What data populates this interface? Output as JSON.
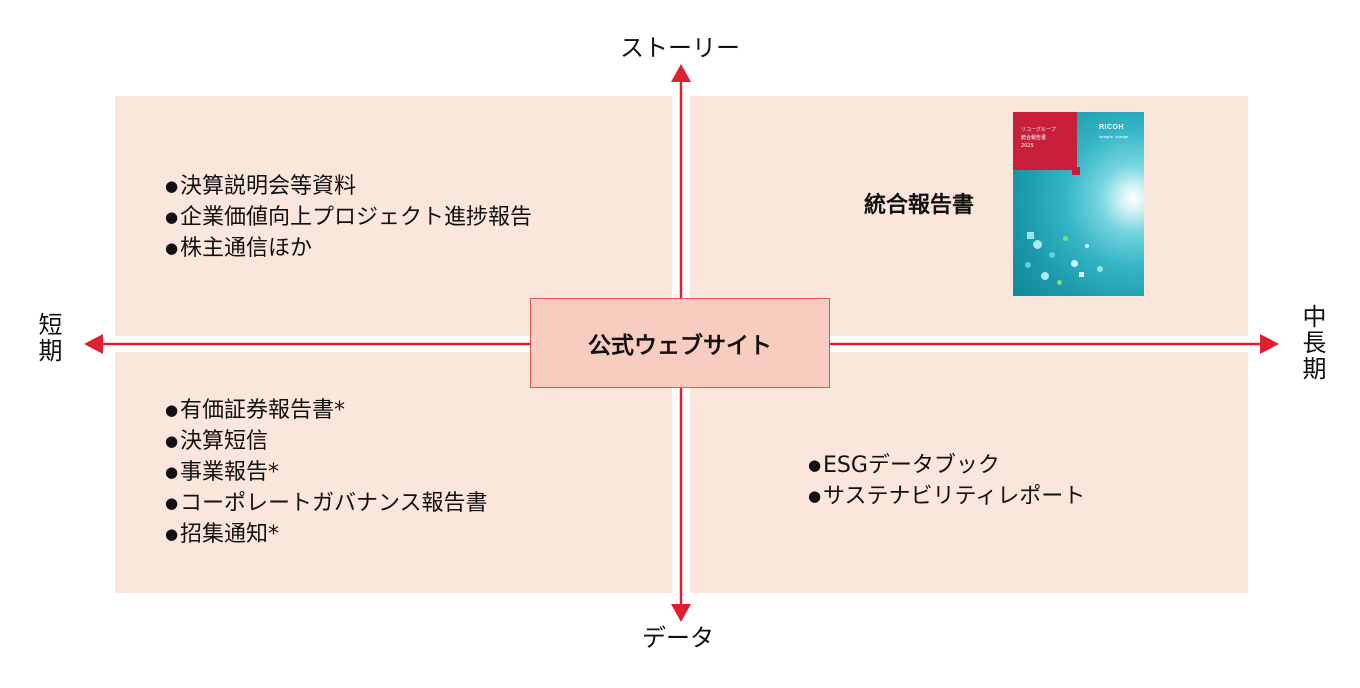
{
  "axes": {
    "top": "ストーリー",
    "bottom": "データ",
    "left": "短期",
    "right": "中長期"
  },
  "center": {
    "label": "公式ウェブサイト"
  },
  "quadrants": {
    "top_left": {
      "items": [
        "決算説明会等資料",
        "企業価値向上プロジェクト進捗報告",
        "株主通信ほか"
      ]
    },
    "top_right": {
      "label": "統合報告書",
      "cover": {
        "title": "リコーグループ\n統合報告書\n2025",
        "logo": "RICOH",
        "tagline": "imagine. change."
      }
    },
    "bottom_left": {
      "items": [
        "有価証券報告書*",
        "決算短信",
        "事業報告*",
        "コーポレートガバナンス報告書",
        "招集通知*"
      ]
    },
    "bottom_right": {
      "items": [
        "ESGデータブック",
        "サステナビリティレポート"
      ]
    }
  },
  "colors": {
    "quadrant_fill": "#fbe6dc",
    "axis": "#e02030",
    "center_fill": "#f8cdbf",
    "center_border": "#e05560"
  }
}
